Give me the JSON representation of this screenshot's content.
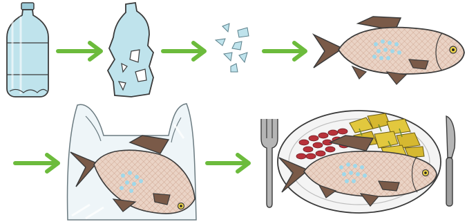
{
  "illustration": {
    "kind": "process-infographic",
    "stages": [
      "plastic-bottle",
      "degraded-bottle",
      "microplastic-fragments",
      "fish-with-microplastics",
      "fish-in-plastic-bag",
      "fish-served-on-plate"
    ],
    "colors": {
      "arrow": "#6cbb3c",
      "plastic": "#bfe3ec",
      "outline": "#3a3a3a",
      "fish_body": "#e9cfc0",
      "fish_fin": "#7a5a48",
      "microplastic_dots": "#9fd8ea",
      "beans": "#b8323a",
      "potatoes": "#e2c83e",
      "cutlery": "#9a9a9a"
    }
  }
}
